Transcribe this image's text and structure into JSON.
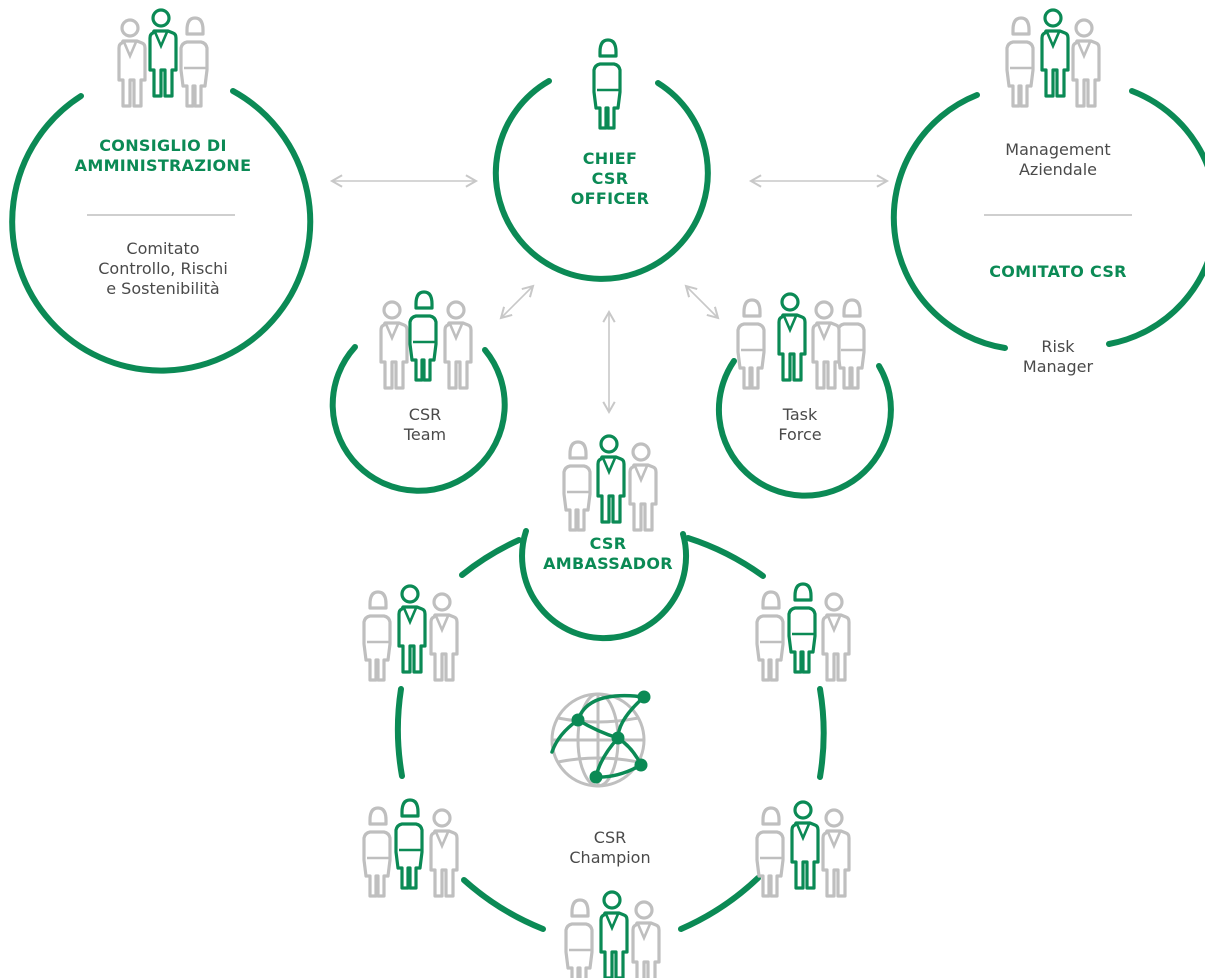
{
  "colors": {
    "green": "#0b8a55",
    "grey": "#bfbfbf",
    "text": "#4a4a4a",
    "arrow": "#c8c8c8"
  },
  "board": {
    "title_line1": "CONSIGLIO DI",
    "title_line2": "AMMINISTRAZIONE",
    "committee_line1": "Comitato",
    "committee_line2": "Controllo, Rischi",
    "committee_line3": "e Sostenibilità"
  },
  "chief": {
    "line1": "CHIEF",
    "line2": "CSR",
    "line3": "OFFICER"
  },
  "management": {
    "line1": "Management",
    "line2": "Aziendale",
    "committee": "COMITATO CSR",
    "risk_line1": "Risk",
    "risk_line2": "Manager"
  },
  "team": {
    "line1": "CSR",
    "line2": "Team"
  },
  "task_force": {
    "line1": "Task",
    "line2": "Force"
  },
  "ambassador": {
    "line1": "CSR",
    "line2": "AMBASSADOR"
  },
  "champion": {
    "line1": "CSR",
    "line2": "Champion"
  },
  "icons": [
    "people-group-icon",
    "woman-icon",
    "network-globe-icon",
    "double-arrow-icon"
  ]
}
